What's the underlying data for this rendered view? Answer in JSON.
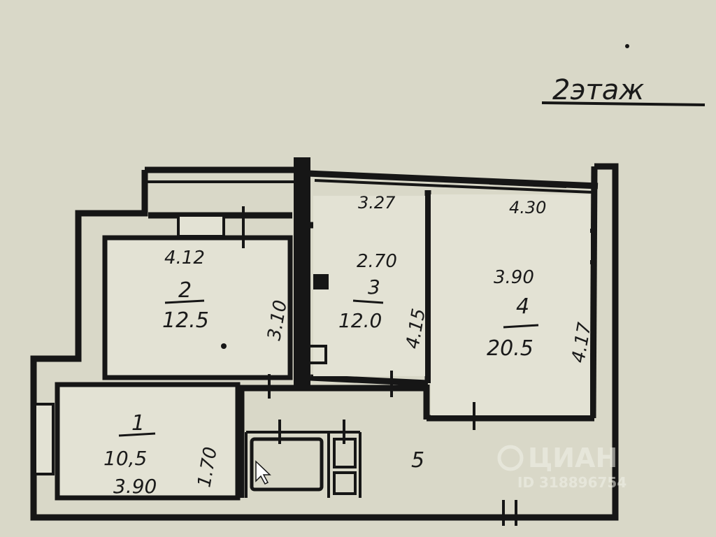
{
  "floor_label": "2этаж",
  "rooms": [
    {
      "id": "1",
      "number": "1",
      "area": "10,5",
      "width": "3.90",
      "depth": "1.70"
    },
    {
      "id": "2",
      "number": "2",
      "area": "12.5",
      "width": "4.12",
      "depth": "3.10"
    },
    {
      "id": "3",
      "number": "3",
      "area": "12.0",
      "width": "2.70",
      "depth": "4.15"
    },
    {
      "id": "4",
      "number": "4",
      "area": "20.5",
      "width": "3.90",
      "depth": "4.17"
    },
    {
      "id": "5",
      "number": "5"
    }
  ],
  "balcony_widths": {
    "left": "3.27",
    "right": "4.30"
  },
  "watermark": {
    "brand": "ЦИАН",
    "id_text": "ID 318896754"
  },
  "colors": {
    "paper": "#d9d8c8",
    "ink": "#161616",
    "room_fill": "#e3e2d4"
  }
}
